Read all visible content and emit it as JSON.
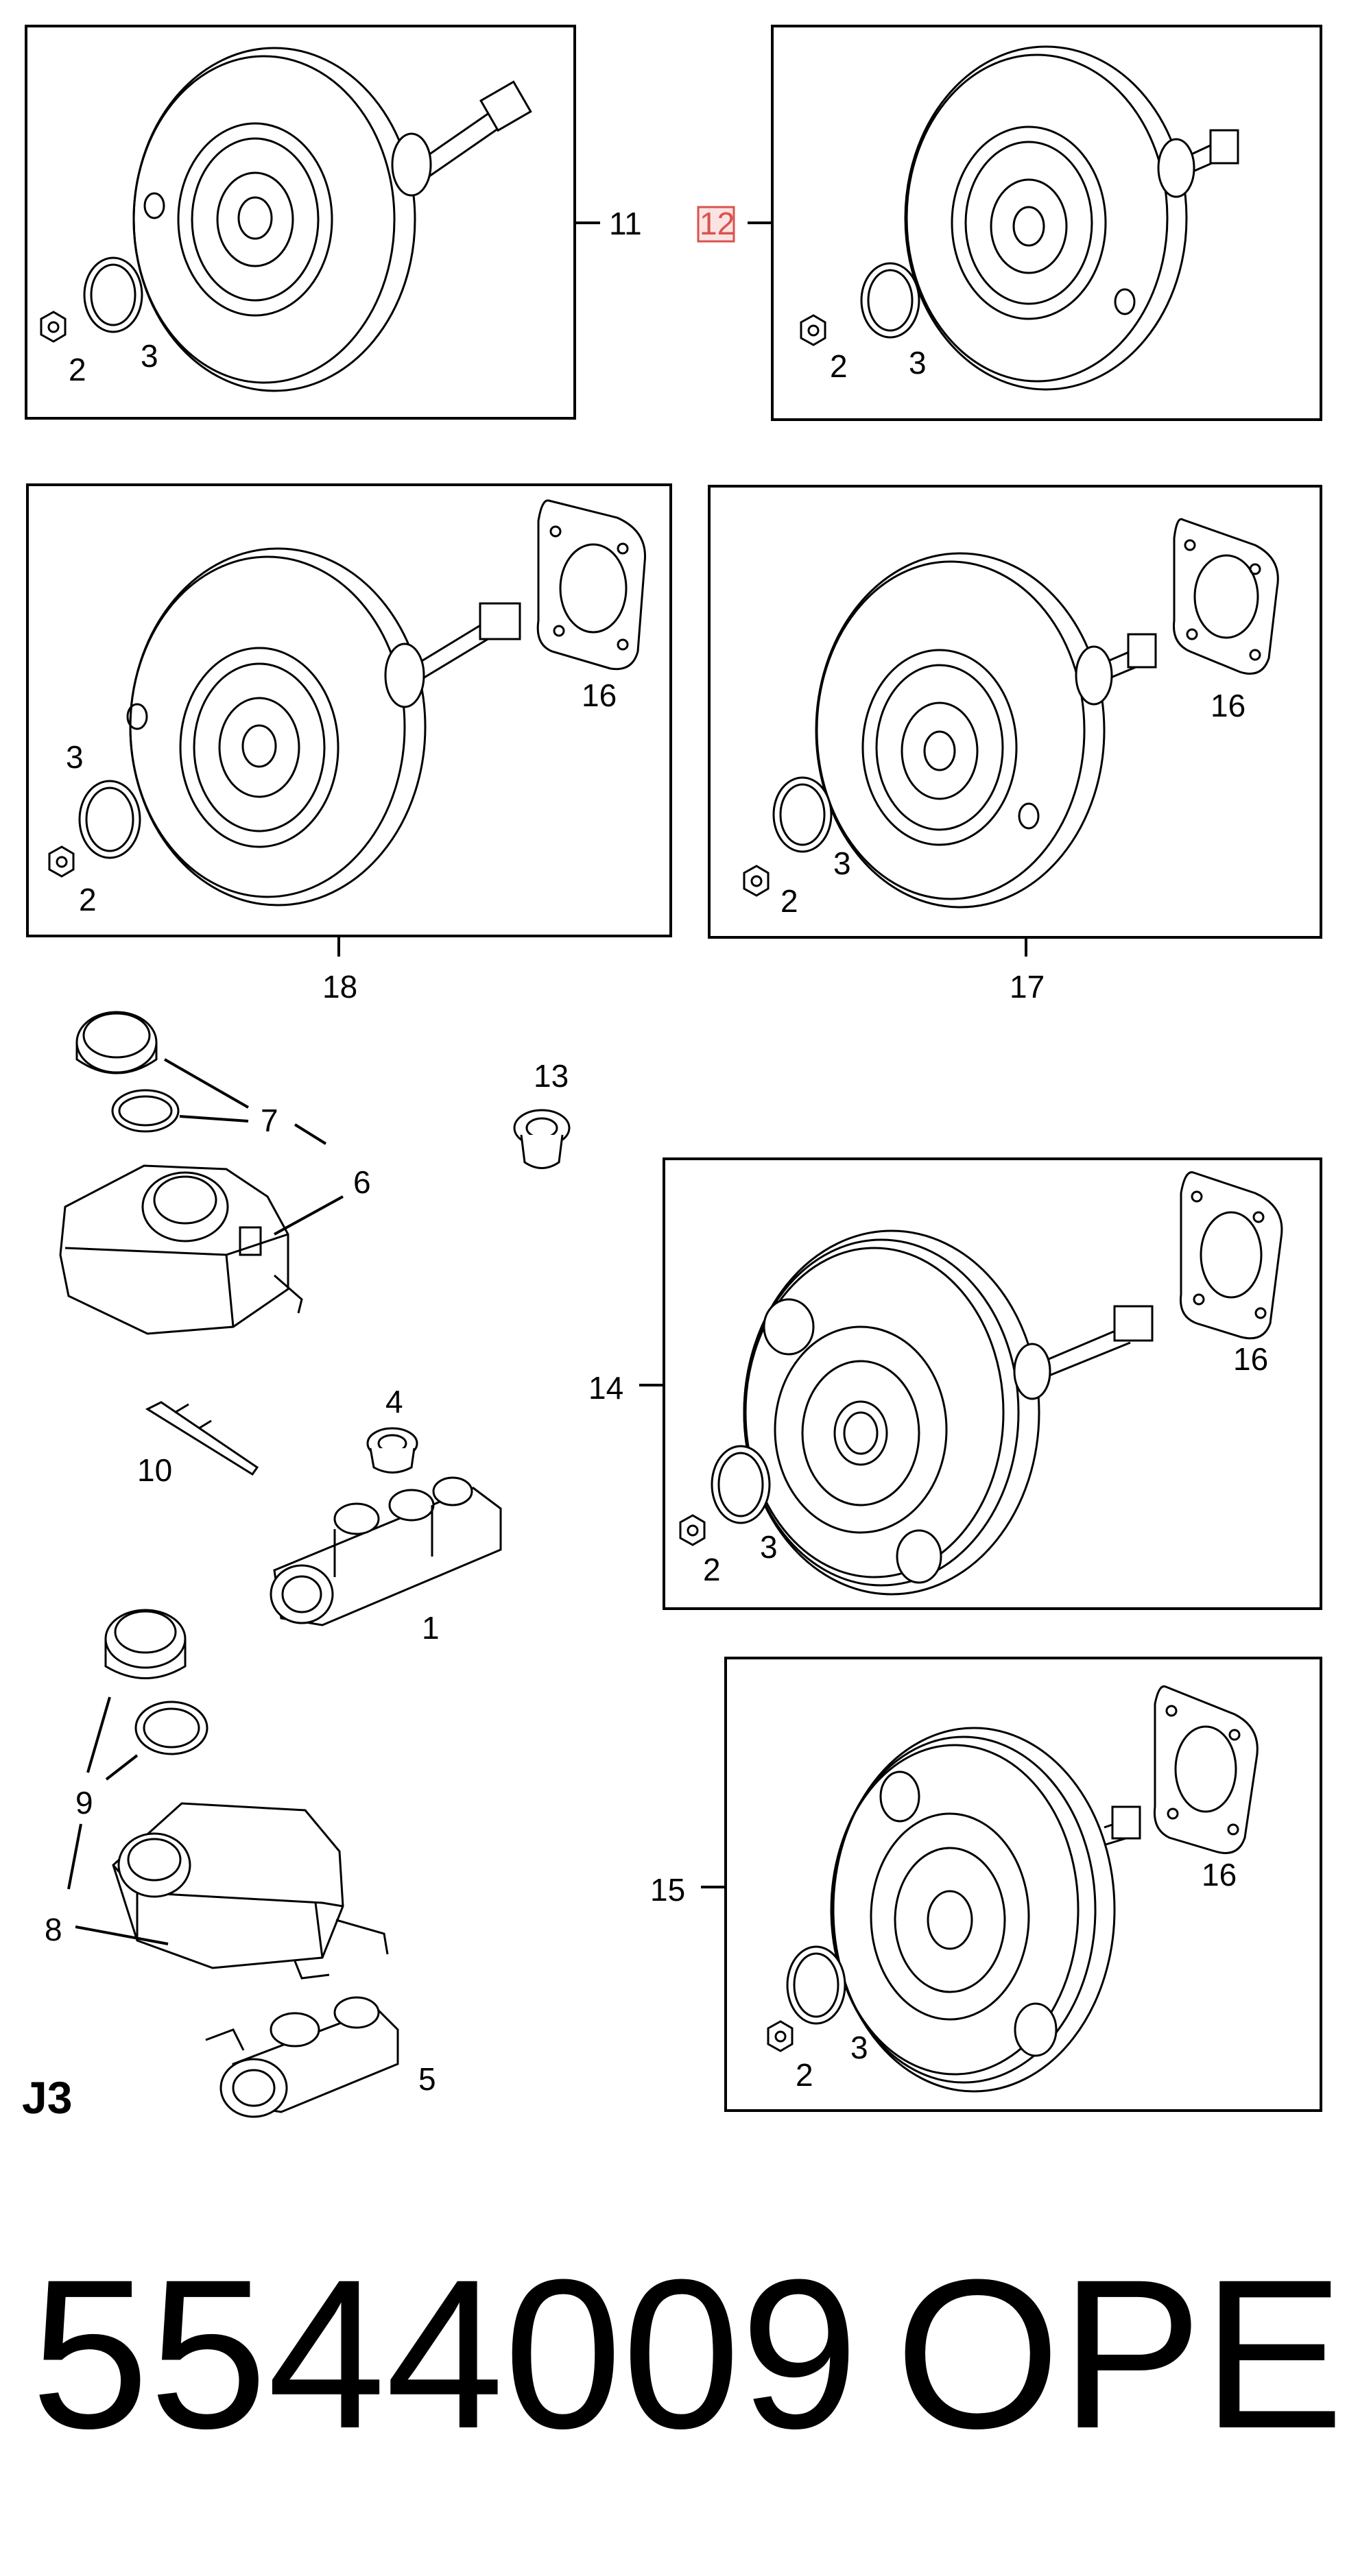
{
  "diagram": {
    "page_label": "J3",
    "part_number": "5544009",
    "brand": "OPEL",
    "highlighted_callout": "12",
    "highlight_color": "#d9534f",
    "callouts": {
      "c1": "1",
      "c2": "2",
      "c3": "3",
      "c4": "4",
      "c5": "5",
      "c6": "6",
      "c7": "7",
      "c8": "8",
      "c9": "9",
      "c10": "10",
      "c11": "11",
      "c12": "12",
      "c13": "13",
      "c14": "14",
      "c15": "15",
      "c16": "16",
      "c17": "17",
      "c18": "18"
    }
  }
}
